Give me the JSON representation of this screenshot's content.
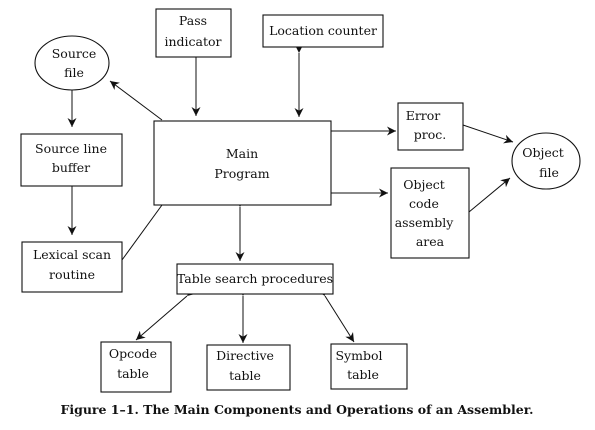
{
  "nodes": {
    "pass_indicator": {
      "lines": [
        "Pass",
        "indicator"
      ]
    },
    "location_counter": {
      "lines": [
        "Location counter"
      ]
    },
    "source_file": {
      "lines": [
        "Source",
        "file"
      ]
    },
    "source_line_buffer": {
      "lines": [
        "Source line",
        "buffer"
      ]
    },
    "lexical_scan_routine": {
      "lines": [
        "Lexical scan",
        "routine"
      ]
    },
    "main_program": {
      "lines": [
        "Main",
        "Program"
      ]
    },
    "error_proc": {
      "lines": [
        "Error",
        "proc."
      ]
    },
    "object_code_assembly_area": {
      "lines": [
        "Object",
        "code",
        "assembly",
        "area"
      ]
    },
    "object_file": {
      "lines": [
        "Object",
        "file"
      ]
    },
    "table_search_procedures": {
      "lines": [
        "Table search procedures"
      ]
    },
    "opcode_table": {
      "lines": [
        "Opcode",
        "table"
      ]
    },
    "directive_table": {
      "lines": [
        "Directive",
        "table"
      ]
    },
    "symbol_table": {
      "lines": [
        "Symbol",
        "table"
      ]
    }
  },
  "edges": [
    {
      "from": "main_program",
      "to": "source_file",
      "type": "arrow"
    },
    {
      "from": "source_file",
      "to": "source_line_buffer",
      "type": "arrow"
    },
    {
      "from": "source_line_buffer",
      "to": "lexical_scan_routine",
      "type": "arrow"
    },
    {
      "from": "lexical_scan_routine",
      "to": "main_program",
      "type": "arrow"
    },
    {
      "from": "pass_indicator",
      "to": "main_program",
      "type": "arrow"
    },
    {
      "from": "location_counter",
      "to": "main_program",
      "type": "bidirectional"
    },
    {
      "from": "main_program",
      "to": "error_proc",
      "type": "arrow"
    },
    {
      "from": "main_program",
      "to": "object_code_assembly_area",
      "type": "arrow"
    },
    {
      "from": "error_proc",
      "to": "object_file",
      "type": "arrow"
    },
    {
      "from": "object_code_assembly_area",
      "to": "object_file",
      "type": "arrow"
    },
    {
      "from": "main_program",
      "to": "table_search_procedures",
      "type": "bidirectional"
    },
    {
      "from": "table_search_procedures",
      "to": "opcode_table",
      "type": "bidirectional"
    },
    {
      "from": "table_search_procedures",
      "to": "directive_table",
      "type": "bidirectional"
    },
    {
      "from": "table_search_procedures",
      "to": "symbol_table",
      "type": "bidirectional"
    }
  ],
  "caption": "Figure 1–1.  The Main Components and Operations of an Assembler."
}
